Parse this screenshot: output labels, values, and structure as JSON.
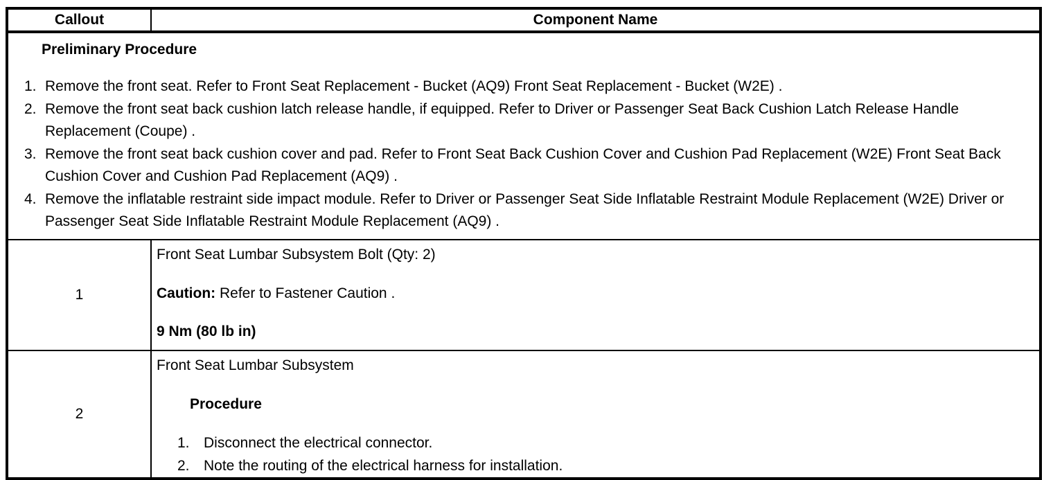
{
  "document": {
    "header": {
      "callout_label": "Callout",
      "component_label": "Component Name"
    },
    "preliminary": {
      "title": "Preliminary Procedure",
      "steps": [
        {
          "num": "1.",
          "text": "Remove the front seat. Refer to Front Seat Replacement - Bucket (AQ9) Front Seat Replacement - Bucket (W2E) ."
        },
        {
          "num": "2.",
          "text": "Remove the front seat back cushion latch release handle, if equipped. Refer to Driver or Passenger Seat Back Cushion Latch Release Handle Replacement (Coupe) ."
        },
        {
          "num": "3.",
          "text": "Remove the front seat back cushion cover and pad. Refer to Front Seat Back Cushion Cover and Cushion Pad Replacement (W2E) Front Seat Back Cushion Cover and Cushion Pad Replacement (AQ9) ."
        },
        {
          "num": "4.",
          "text": "Remove the inflatable restraint side impact module. Refer to Driver or Passenger Seat Side Inflatable Restraint Module Replacement (W2E) Driver or Passenger Seat Side Inflatable Restraint Module Replacement (AQ9) ."
        }
      ]
    },
    "rows": [
      {
        "callout": "1",
        "name": "Front Seat Lumbar Subsystem Bolt (Qty: 2)",
        "caution_label": "Caution:",
        "caution_text": " Refer to Fastener Caution .",
        "torque": "9 Nm (80 lb in)"
      },
      {
        "callout": "2",
        "name": "Front Seat Lumbar Subsystem",
        "procedure_title": "Procedure",
        "procedure_steps": [
          {
            "num": "1.",
            "text": "Disconnect the electrical connector."
          },
          {
            "num": "2.",
            "text": "Note the routing of the electrical harness for installation."
          }
        ]
      }
    ],
    "colors": {
      "border": "#000000",
      "text": "#000000",
      "background": "#ffffff"
    }
  }
}
